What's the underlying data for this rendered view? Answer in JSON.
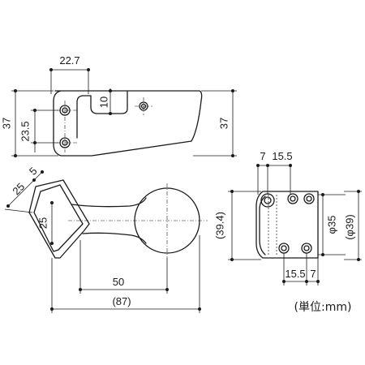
{
  "top_view": {
    "dim_width": "22.7",
    "dim_slot": "10",
    "dim_height_left": "37",
    "dim_hole_pitch": "23.5",
    "dim_height_right": "37"
  },
  "side_view": {
    "dim_top_left": "7",
    "dim_top_pitch": "15.5",
    "dim_height": "(39.4)",
    "dim_inner_dia": "φ35",
    "dim_outer_dia": "(φ39)",
    "dim_bottom_pitch": "15.5",
    "dim_bottom_right": "7"
  },
  "bottom_view": {
    "dim_diag_25": "25",
    "dim_diag_5": "5",
    "dim_base": "25",
    "dim_50": "50",
    "dim_87": "(87)"
  },
  "unit_note": "(単位:mm)"
}
